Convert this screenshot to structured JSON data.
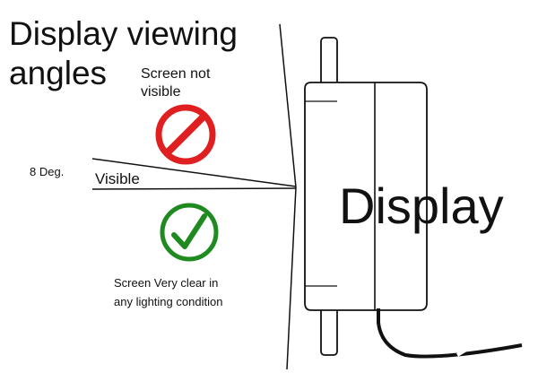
{
  "title": {
    "line1": "Display viewing",
    "line2": "angles"
  },
  "zones": {
    "not_visible": {
      "line1": "Screen not",
      "line2": "visible",
      "icon": "prohibited-icon",
      "color": "#e02020"
    },
    "angle": {
      "label": "8 Deg.",
      "zone_label": "Visible"
    },
    "clear": {
      "line1": "Screen Very clear in",
      "line2": "any lighting condition",
      "icon": "checkmark-icon",
      "color": "#1f8a1f"
    }
  },
  "device": {
    "label": "Display"
  }
}
